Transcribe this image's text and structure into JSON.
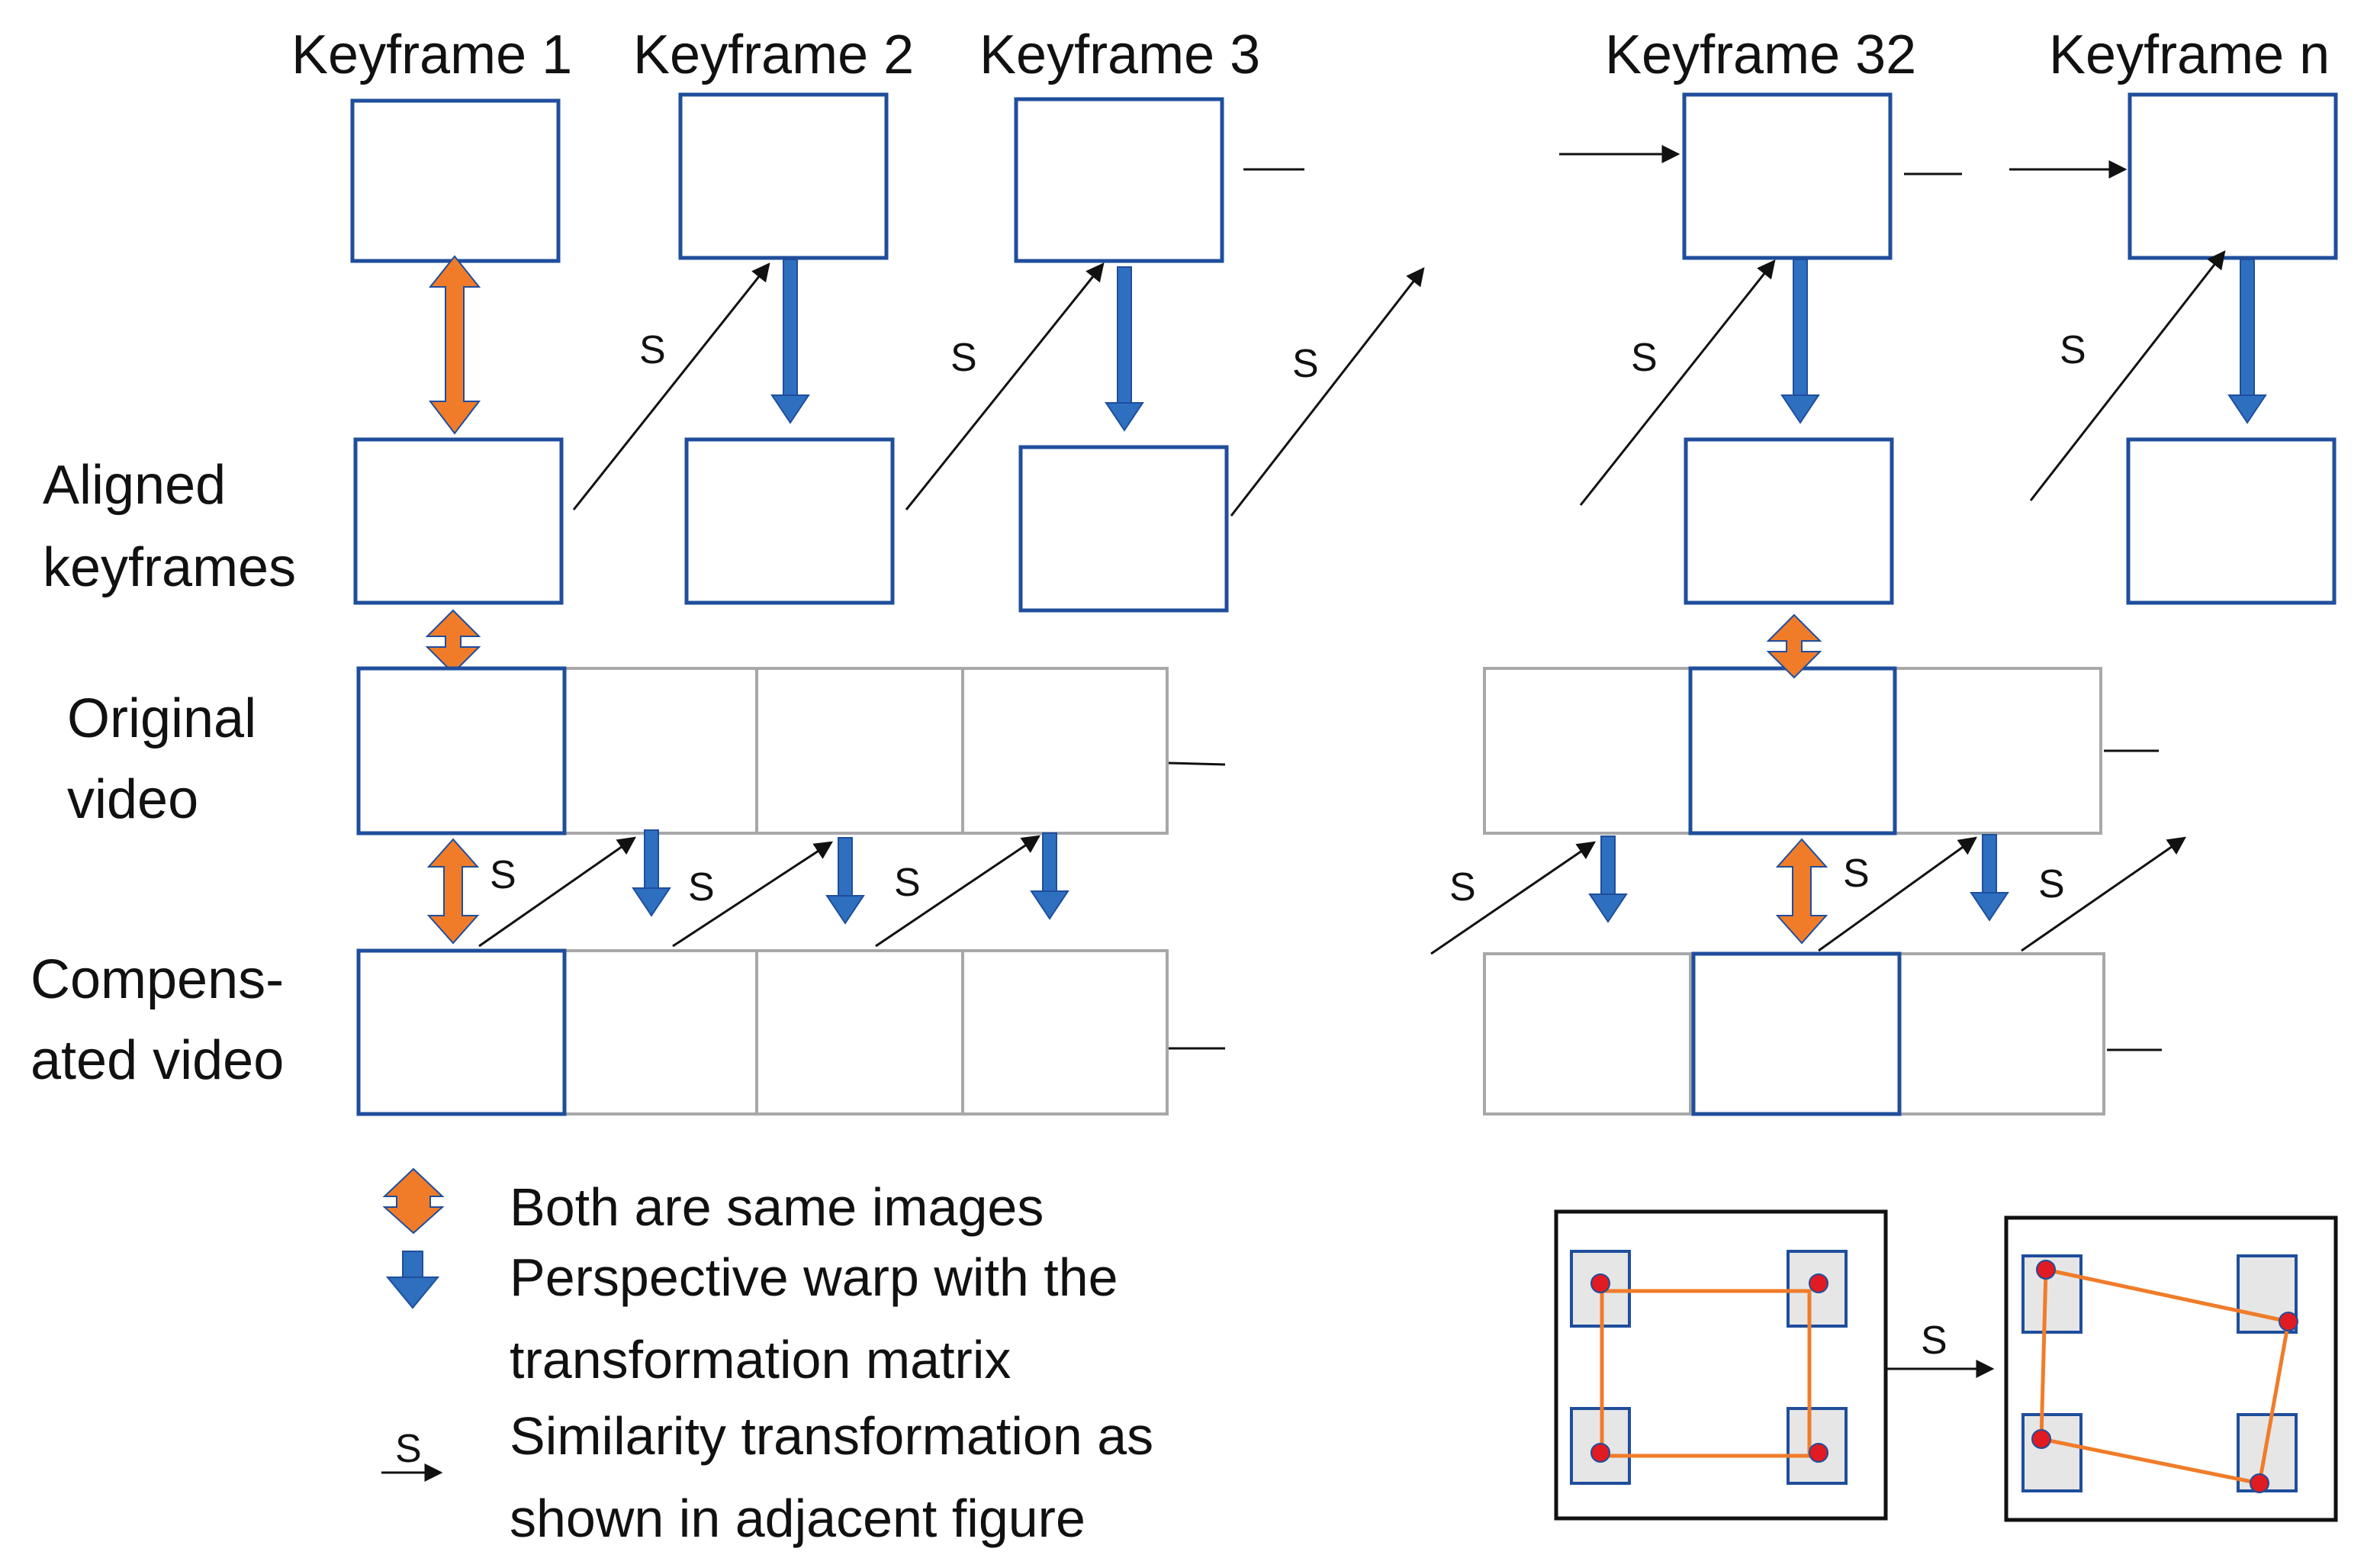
{
  "keyframes": [
    "Keyframe 1",
    "Keyframe 2",
    "Keyframe 3",
    "Keyframe 32",
    "Keyframe n"
  ],
  "rows": {
    "aligned": [
      "Aligned",
      "keyframes"
    ],
    "original": [
      "Original",
      "video"
    ],
    "compensated": [
      "Compens-",
      "ated video"
    ]
  },
  "similarity_symbol": "S",
  "legend": {
    "same_images": "Both are same images",
    "warp": [
      "Perspective warp with the",
      "transformation matrix"
    ],
    "similarity": [
      "Similarity transformation as",
      "shown in adjacent figure"
    ]
  },
  "inset": {
    "arrow_label": "S"
  },
  "colors": {
    "frame_blue": "#1f4e9c",
    "frame_gray": "#a8a8a8",
    "arrow_blue": "#2e6fc0",
    "arrow_orange": "#f07c2a",
    "corner_red": "#e01b22",
    "corner_fill": "#e6e6e6",
    "quad_orange": "#f07c2a"
  }
}
